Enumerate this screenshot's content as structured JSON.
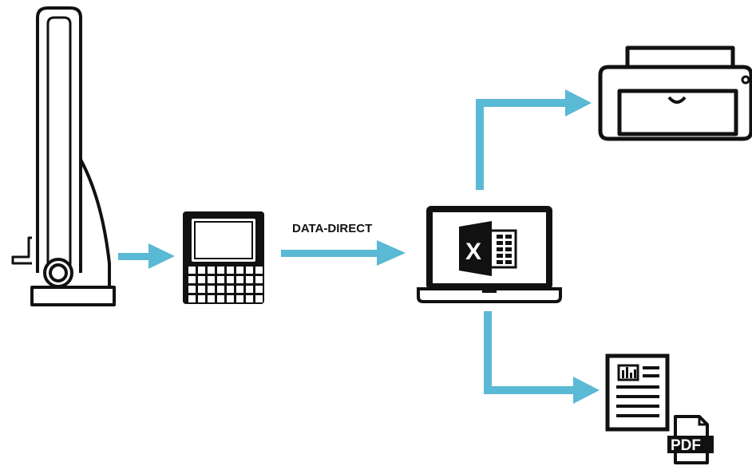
{
  "colors": {
    "arrow": "#5ab9d4",
    "ink": "#111111",
    "background": "#ffffff"
  },
  "flow": {
    "connection_label": "DATA-DIRECT"
  },
  "devices": {
    "height_gauge_icon": "height-gauge-icon",
    "display_unit_icon": "display-unit-icon",
    "laptop_icon": "laptop-icon",
    "printer_icon": "printer-icon",
    "report_icon": "report-document-icon"
  },
  "laptop_screen": {
    "app_letter": "X"
  },
  "pdf_badge": {
    "text": "PDF"
  }
}
